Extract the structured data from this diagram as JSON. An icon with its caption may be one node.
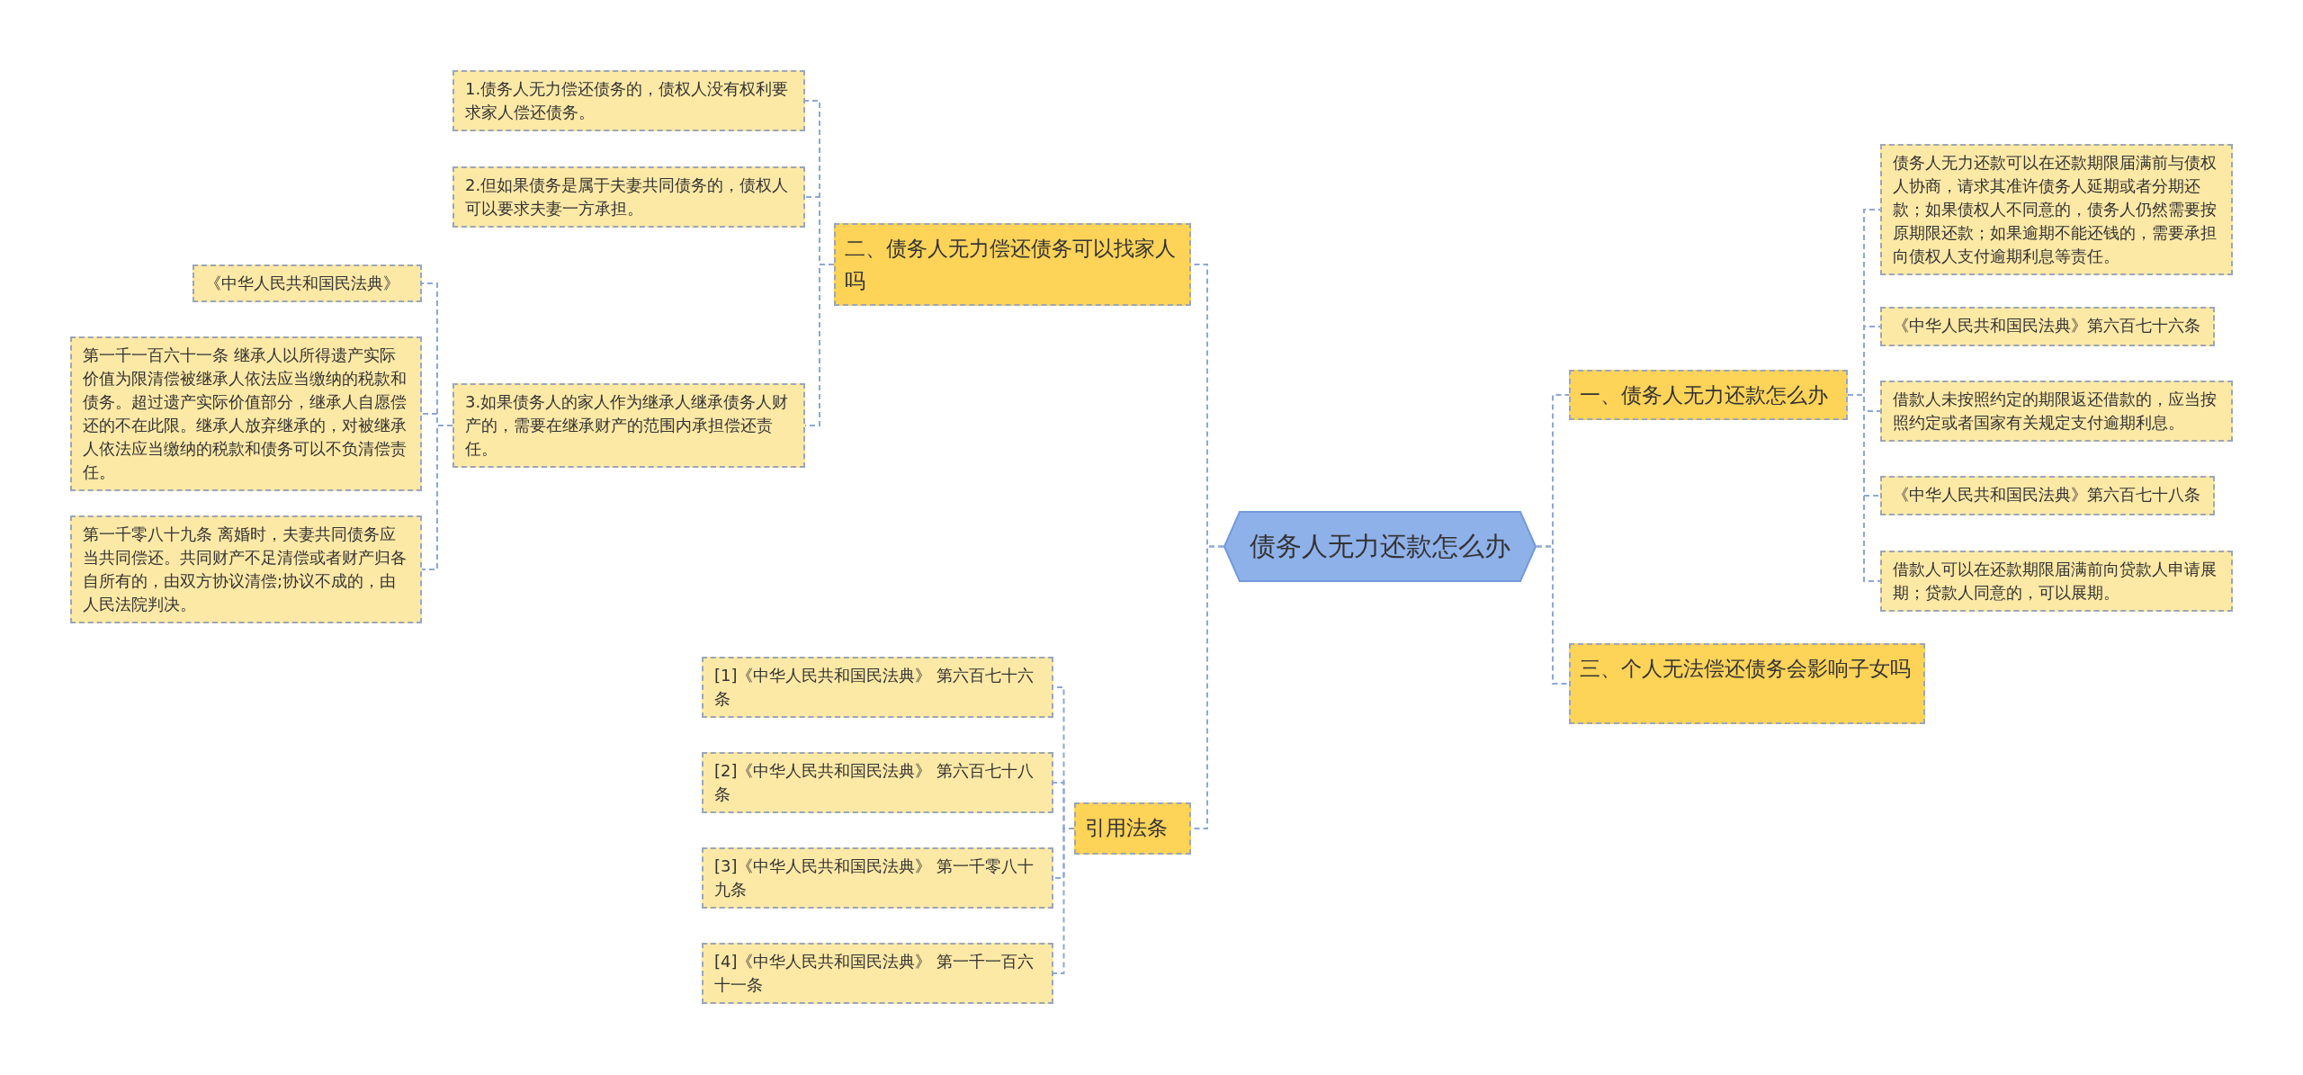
{
  "diagram": {
    "nodes": [
      {
        "text": [
          "债务人无力还款怎么办"
        ]
      },
      {
        "text": [
          "一、债务人无力还款怎么办"
        ]
      },
      {
        "text": [
          "债务人无力还款可以在还款期限届满前与债权人协商，请求其准许债务人延期或者分期还款；如果债权人不同意的，债务人仍然需要按原期限还款；如果逾期不能还钱的，需要承担向债权人支付逾期利息等责任。"
        ]
      },
      {
        "text": [
          "《中华人民共和国民法典》第六百七十六条"
        ]
      },
      {
        "text": [
          "借款人未按照约定的期限返还借款的，应当按照约定或者国家有关规定支付逾期利息。"
        ]
      },
      {
        "text": [
          "《中华人民共和国民法典》第六百七十八条"
        ]
      },
      {
        "text": [
          "借款人可以在还款期限届满前向贷款人申请展期；贷款人同意的，可以展期。"
        ]
      },
      {
        "text": [
          "三、个人无法偿还债务会影响子女吗"
        ]
      },
      {
        "text": [
          "二、债务人无力偿还债务可以找家人吗"
        ]
      },
      {
        "text": [
          "1.债务人无力偿还债务的，债权人没有权利要求家人偿还债务。"
        ]
      },
      {
        "text": [
          "2.但如果债务是属于夫妻共同债务的，债权人可以要求夫妻一方承担。"
        ]
      },
      {
        "text": [
          "3.如果债务人的家人作为继承人继承债务人财产的，需要在继承财产的范围内承担偿还责任。"
        ]
      },
      {
        "text": [
          "《中华人民共和国民法典》"
        ]
      },
      {
        "text": [
          "第一千一百六十一条 继承人以所得遗产实际价值为限清偿被继承人依法应当缴纳的税款和债务。超过遗产实际价值部分，继承人自愿偿还的不在此限。继承人放弃继承的，对被继承人依法应当缴纳的税款和债务可以不负清偿责任。"
        ]
      },
      {
        "text": [
          "第一千零八十九条 离婚时，夫妻共同债务应当共同偿还。共同财产不足清偿或者财产归各自所有的，由双方协议清偿;协议不成的，由人民法院判决。"
        ]
      },
      {
        "text": [
          "引用法条"
        ]
      },
      {
        "text": [
          "[1]《中华人民共和国民法典》 第六百七十六条"
        ]
      },
      {
        "text": [
          "[2]《中华人民共和国民法典》 第六百七十八条"
        ]
      },
      {
        "text": [
          "[3]《中华人民共和国民法典》 第一千零八十九条"
        ]
      },
      {
        "text": [
          "[4]《中华人民共和国民法典》 第一千一百六十一条"
        ]
      }
    ],
    "edges": [
      {
        "from": 0,
        "to": 1,
        "arrow": "none"
      },
      {
        "from": 0,
        "to": 7,
        "arrow": "none"
      },
      {
        "from": 0,
        "to": 8,
        "arrow": "none"
      },
      {
        "from": 0,
        "to": 15,
        "arrow": "none"
      },
      {
        "from": 1,
        "to": 2,
        "arrow": "none"
      },
      {
        "from": 1,
        "to": 3,
        "arrow": "none"
      },
      {
        "from": 1,
        "to": 4,
        "arrow": "none"
      },
      {
        "from": 1,
        "to": 5,
        "arrow": "none"
      },
      {
        "from": 1,
        "to": 6,
        "arrow": "none"
      },
      {
        "from": 8,
        "to": 9,
        "arrow": "none"
      },
      {
        "from": 8,
        "to": 10,
        "arrow": "none"
      },
      {
        "from": 8,
        "to": 11,
        "arrow": "none"
      },
      {
        "from": 11,
        "to": 12,
        "arrow": "none"
      },
      {
        "from": 11,
        "to": 13,
        "arrow": "none"
      },
      {
        "from": 11,
        "to": 14,
        "arrow": "none"
      },
      {
        "from": 15,
        "to": 16,
        "arrow": "none"
      },
      {
        "from": 15,
        "to": 17,
        "arrow": "none"
      },
      {
        "from": 15,
        "to": 18,
        "arrow": "none"
      },
      {
        "from": 15,
        "to": 19,
        "arrow": "none"
      }
    ]
  }
}
